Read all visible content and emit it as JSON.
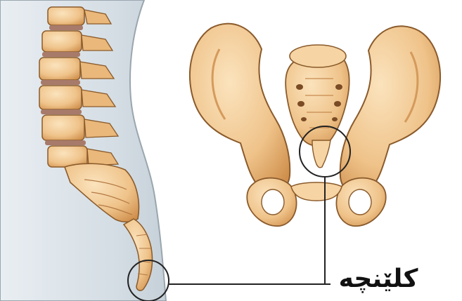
{
  "illustration": {
    "left_panel": "spine-side-view",
    "right_panel": "pelvis-front-view",
    "highlight": "coccyx",
    "colors": {
      "bone": "#f2c891",
      "bone_shadow": "#d08f4c",
      "bone_outline": "#8a5a2b",
      "disc": "#a77a6a",
      "body_shade": "#d8e0e6",
      "callout_line": "#222222"
    }
  },
  "labels": {
    "coccyx_label": "کلێنچە"
  }
}
